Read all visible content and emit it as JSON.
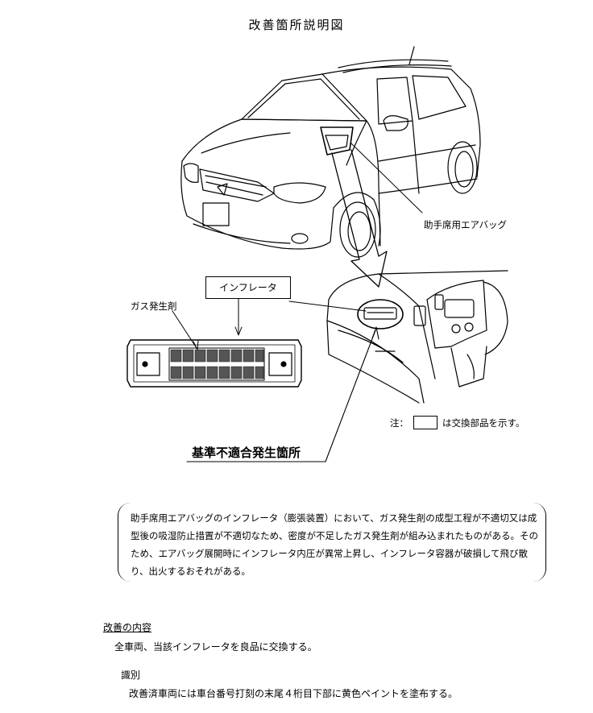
{
  "title": "改善箇所説明図",
  "labels": {
    "airbag": "助手席用エアバッグ",
    "inflator": "インフレータ",
    "gas_generant": "ガス発生剤",
    "defect_location": "基準不適合発生箇所"
  },
  "note": {
    "prefix": "注：",
    "suffix": "は交換部品を示す。"
  },
  "description": "助手席用エアバッグのインフレータ（膨張装置）において、ガス発生剤の成型工程が不適切又は成型後の吸湿防止措置が不適切なため、密度が不足したガス発生剤が組み込まれたものがある。そのため、エアバッグ展開時にインフレータ内圧が異常上昇し、インフレータ容器が破損して飛び散り、出火するおそれがある。",
  "improvement": {
    "heading": "改善の内容",
    "text": "全車両、当該インフレータを良品に交換する。"
  },
  "identification": {
    "heading": "識別",
    "text": "改善済車両には車台番号打刻の末尾４桁目下部に黄色ペイントを塗布する。"
  }
}
